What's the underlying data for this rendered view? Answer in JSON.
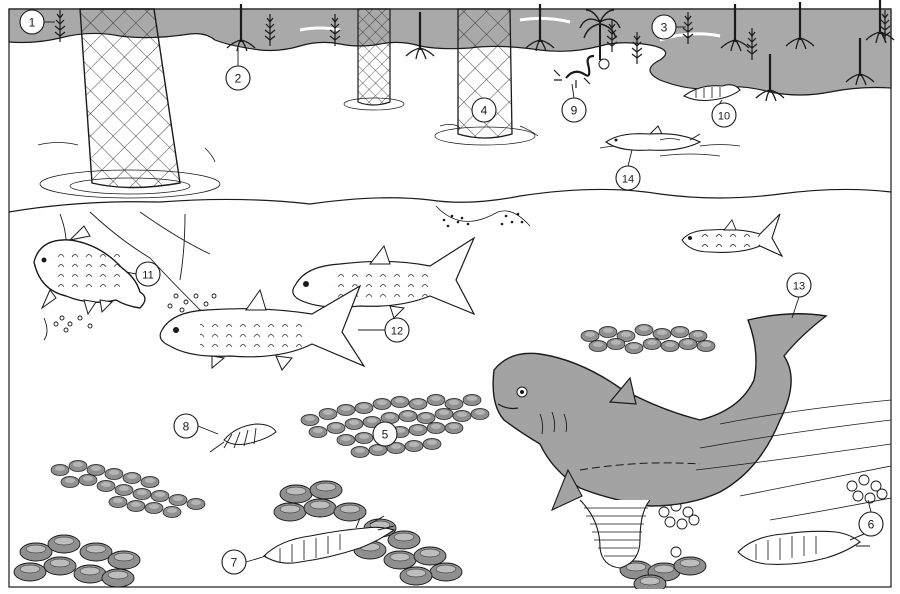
{
  "diagram": {
    "callouts": [
      {
        "id": "1",
        "label": "1"
      },
      {
        "id": "2",
        "label": "2"
      },
      {
        "id": "3",
        "label": "3"
      },
      {
        "id": "4",
        "label": "4"
      },
      {
        "id": "5",
        "label": "5"
      },
      {
        "id": "6",
        "label": "6"
      },
      {
        "id": "7",
        "label": "7"
      },
      {
        "id": "8",
        "label": "8"
      },
      {
        "id": "9",
        "label": "9"
      },
      {
        "id": "10",
        "label": "10"
      },
      {
        "id": "11",
        "label": "11"
      },
      {
        "id": "12",
        "label": "12"
      },
      {
        "id": "13",
        "label": "13"
      },
      {
        "id": "14",
        "label": "14"
      }
    ],
    "colors": {
      "land": "#a9a9a9",
      "outline": "#1a1a1a",
      "shark": "#a3a3a3",
      "colony": "#8f8f8f",
      "background": "#ffffff"
    }
  }
}
